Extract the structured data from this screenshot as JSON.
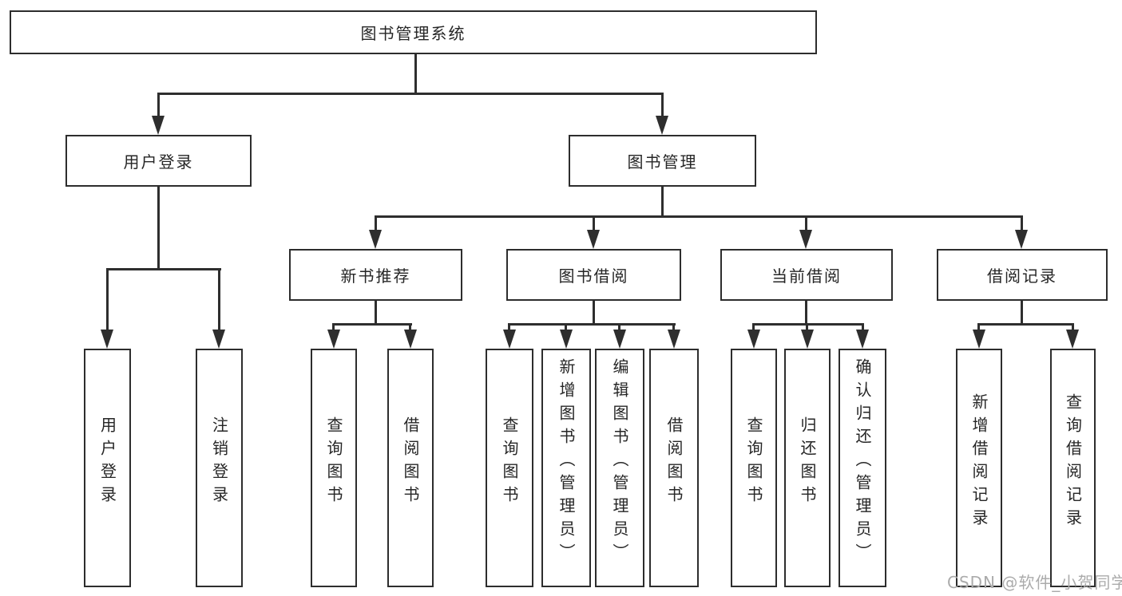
{
  "nodes": {
    "root": {
      "label": "图书管理系统"
    },
    "user_login": {
      "label": "用户登录",
      "children": [
        {
          "label": "用户登录"
        },
        {
          "label": "注销登录"
        }
      ]
    },
    "book_management": {
      "label": "图书管理",
      "children": {
        "new_book_recommend": {
          "label": "新书推荐",
          "children": [
            {
              "label": "查询图书"
            },
            {
              "label": "借阅图书"
            }
          ]
        },
        "book_borrow": {
          "label": "图书借阅",
          "children": [
            {
              "label": "查询图书"
            },
            {
              "label": "新增图书（管理员）"
            },
            {
              "label": "编辑图书（管理员）"
            },
            {
              "label": "借阅图书"
            }
          ]
        },
        "current_borrow": {
          "label": "当前借阅",
          "children": [
            {
              "label": "查询图书"
            },
            {
              "label": "归还图书"
            },
            {
              "label": "确认归还（管理员）"
            }
          ]
        },
        "borrow_records": {
          "label": "借阅记录",
          "children": [
            {
              "label": "新增借阅记录"
            },
            {
              "label": "查询借阅记录"
            }
          ]
        }
      }
    }
  },
  "watermark": "CSDN @软件_小贺同学",
  "colors": {
    "background": "#ffffff",
    "box_border": "#2d2d2d",
    "connector_line": "#2e2e2e",
    "text": "#262626",
    "watermark": "#ababab"
  }
}
